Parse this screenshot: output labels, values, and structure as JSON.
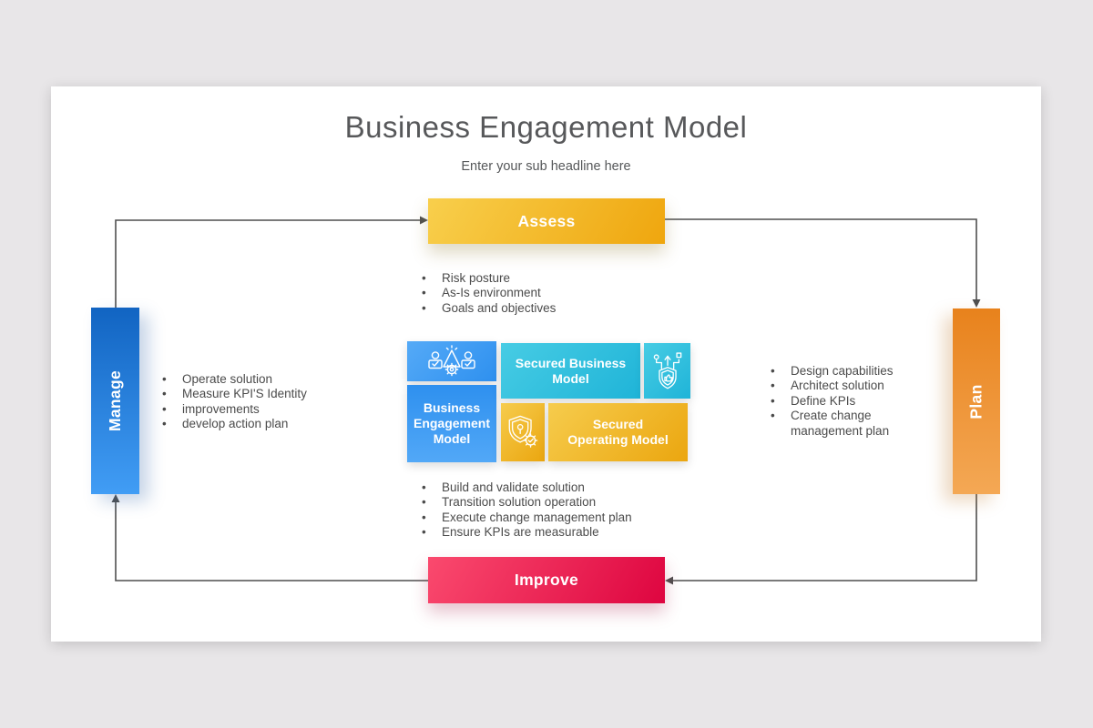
{
  "slide": {
    "title": "Business Engagement Model",
    "subtitle": "Enter your sub headline here"
  },
  "stages": {
    "assess": {
      "label": "Assess",
      "bullets": [
        "Risk posture",
        "As-Is environment",
        "Goals and objectives"
      ]
    },
    "plan": {
      "label": "Plan",
      "bullets": [
        "Design capabilities",
        "Architect solution",
        "Define KPIs",
        "Create change management plan"
      ]
    },
    "improve": {
      "label": "Improve",
      "bullets": [
        "Build and validate solution",
        "Transition solution operation",
        "Execute change management plan",
        "Ensure KPIs are measurable"
      ]
    },
    "manage": {
      "label": "Manage",
      "bullets": [
        "Operate solution",
        "Measure KPI'S Identity",
        "improvements",
        "develop action plan"
      ]
    }
  },
  "center": {
    "business_engagement_model": "Business Engagement Model",
    "secured_business_model": "Secured Business Model",
    "secured_operating_model": "Secured Operating Model",
    "icons": [
      "team-gear-icon",
      "shield-network-icon",
      "shield-lock-gear-icon"
    ]
  },
  "colors": {
    "assess_gradient": [
      "#F8CF4C",
      "#EFA60E"
    ],
    "plan_gradient": [
      "#E8821C",
      "#F4A855"
    ],
    "improve_gradient": [
      "#FA4A6E",
      "#DE0540"
    ],
    "manage_gradient": [
      "#1164C2",
      "#419DF5"
    ],
    "center_blue": "#2E90EF",
    "center_cyan": "#2BBEDC",
    "center_yellow": "#EFB52E",
    "connector": "#4F4F4F",
    "title_text": "#57585A",
    "canvas_bg": "#E8E6E8",
    "card_bg": "#FFFFFF"
  },
  "flow": {
    "sequence": "Manage > Assess > Plan > Improve > Manage"
  }
}
